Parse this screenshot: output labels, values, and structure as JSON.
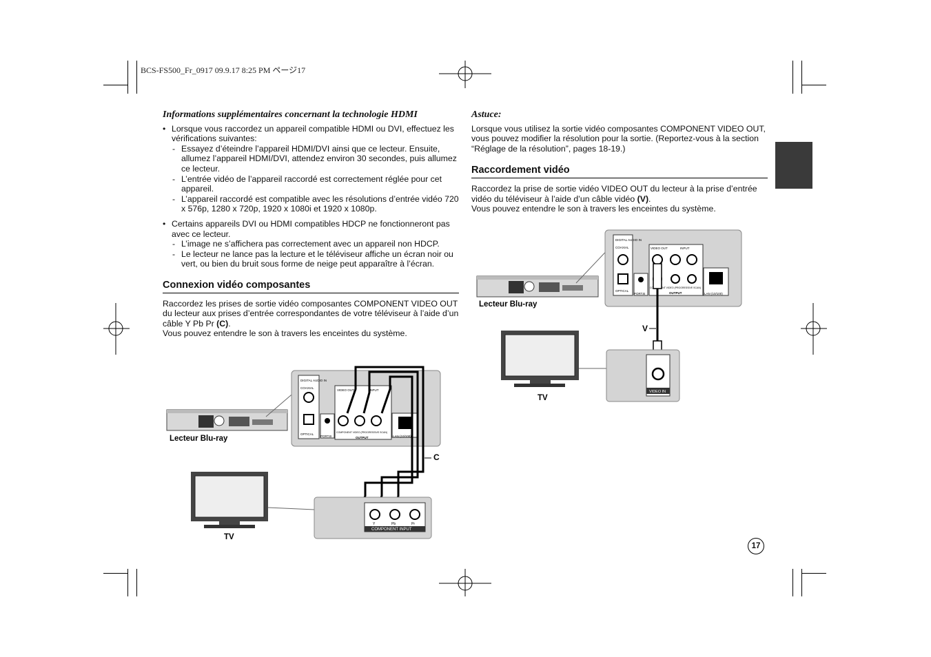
{
  "header": {
    "file_info": "BCS-FS500_Fr_0917  09.9.17  8:25 PM    ページ17"
  },
  "left": {
    "hdmi_heading": "Informations supplémentaires concernant la technologie HDMI",
    "bullet1": "Lorsque vous raccordez un appareil compatible HDMI ou DVI, effectuez les vérifications suivantes:",
    "bullet1_items": [
      "Essayez d’éteindre l’appareil HDMI/DVI ainsi que ce lecteur. Ensuite, allumez l’appareil HDMI/DVI, attendez environ 30 secondes, puis allumez ce lecteur.",
      "L’entrée vidéo de l’appareil raccordé est correctement réglée pour cet appareil.",
      "L’appareil raccordé est compatible avec les résolutions d’entrée vidéo 720 x 576p, 1280 x 720p, 1920 x 1080i et 1920 x 1080p."
    ],
    "bullet2": "Certains appareils DVI ou HDMI compatibles HDCP ne fonctionneront pas avec ce lecteur.",
    "bullet2_items": [
      "L’image ne s’affichera pas correctement avec un appareil non HDCP.",
      "Le lecteur ne lance pas la lecture et le téléviseur affiche un écran noir ou vert, ou bien du bruit sous forme de neige peut apparaître à l’écran."
    ],
    "component_heading": "Connexion vidéo composantes",
    "component_p1_a": "Raccordez les prises de sortie vidéo composantes COMPONENT VIDEO OUT du lecteur aux prises d’entrée correspondantes de votre téléviseur à l’aide d’un câble Y Pb Pr ",
    "component_p1_b": "(C)",
    "component_p1_c": ".",
    "component_p2": "Vous pouvez entendre le son à travers les enceintes du système."
  },
  "right": {
    "tip_heading": "Astuce:",
    "tip_text": "Lorsque vous utilisez la sortie vidéo composantes COMPONENT VIDEO OUT, vous pouvez modifier la résolution pour la sortie. (Reportez-vous à la section “Réglage de la résolution”, pages 18-19.)",
    "video_heading": "Raccordement vidéo",
    "video_p1_a": "Raccordez la prise de sortie vidéo VIDEO OUT du lecteur à la prise d’entrée vidéo du téléviseur à l’aide d’un câble vidéo ",
    "video_p1_b": "(V)",
    "video_p1_c": ".",
    "video_p2": "Vous pouvez entendre le son à travers les enceintes du système."
  },
  "diagram_component": {
    "player_label": "Lecteur Blu-ray",
    "tv_label": "TV",
    "cable_label": "C",
    "panel": {
      "digital_audio_in": "DIGITAL AUDIO IN",
      "coaxial": "COAXIAL",
      "optical": "OPTICAL",
      "portb": "PORT.B",
      "video_out": "VIDEO OUT",
      "input": "INPUT",
      "component": "COMPONENT VIDEO (PROGRESSIVE SCAN)",
      "output": "OUTPUT",
      "lan": "LAN (10/100)"
    },
    "tv_panel": {
      "y": "Y",
      "pb": "Pb",
      "pr": "Pr",
      "component_input": "COMPONENT INPUT"
    }
  },
  "diagram_video": {
    "player_label": "Lecteur Blu-ray",
    "tv_label": "TV",
    "cable_label": "V",
    "panel": {
      "digital_audio_in": "DIGITAL AUDIO IN",
      "coaxial": "COAXIAL",
      "optical": "OPTICAL",
      "portb": "PORT.B",
      "video_out": "VIDEO OUT",
      "input": "INPUT",
      "component": "COMPONENT VIDEO (PROGRESSIVE SCAN)",
      "output": "OUTPUT",
      "lan": "LAN (10/100)"
    },
    "tv_panel": {
      "video_in": "VIDEO IN"
    }
  },
  "page_number": "17"
}
